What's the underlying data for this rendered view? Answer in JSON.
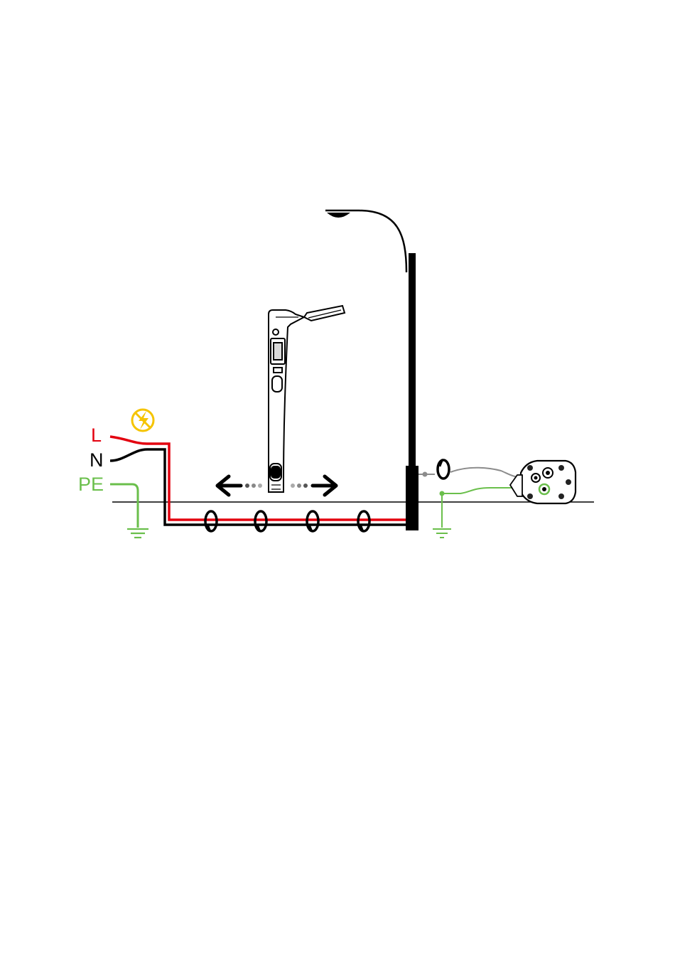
{
  "labels": {
    "live": "L",
    "neutral": "N",
    "protective_earth": "PE"
  },
  "colors": {
    "live": "#e3000f",
    "neutral": "#000000",
    "earth": "#6abf4b",
    "hazard": "#f5c400",
    "signal_grey": "#8c8c8c"
  },
  "icons": [
    "electrical-hazard-icon",
    "ground-symbol-icon",
    "street-lamp-icon",
    "cable-locator-receiver-icon",
    "signal-clamp-icon",
    "signal-transmitter-icon",
    "arrow-left-icon",
    "arrow-right-icon"
  ]
}
